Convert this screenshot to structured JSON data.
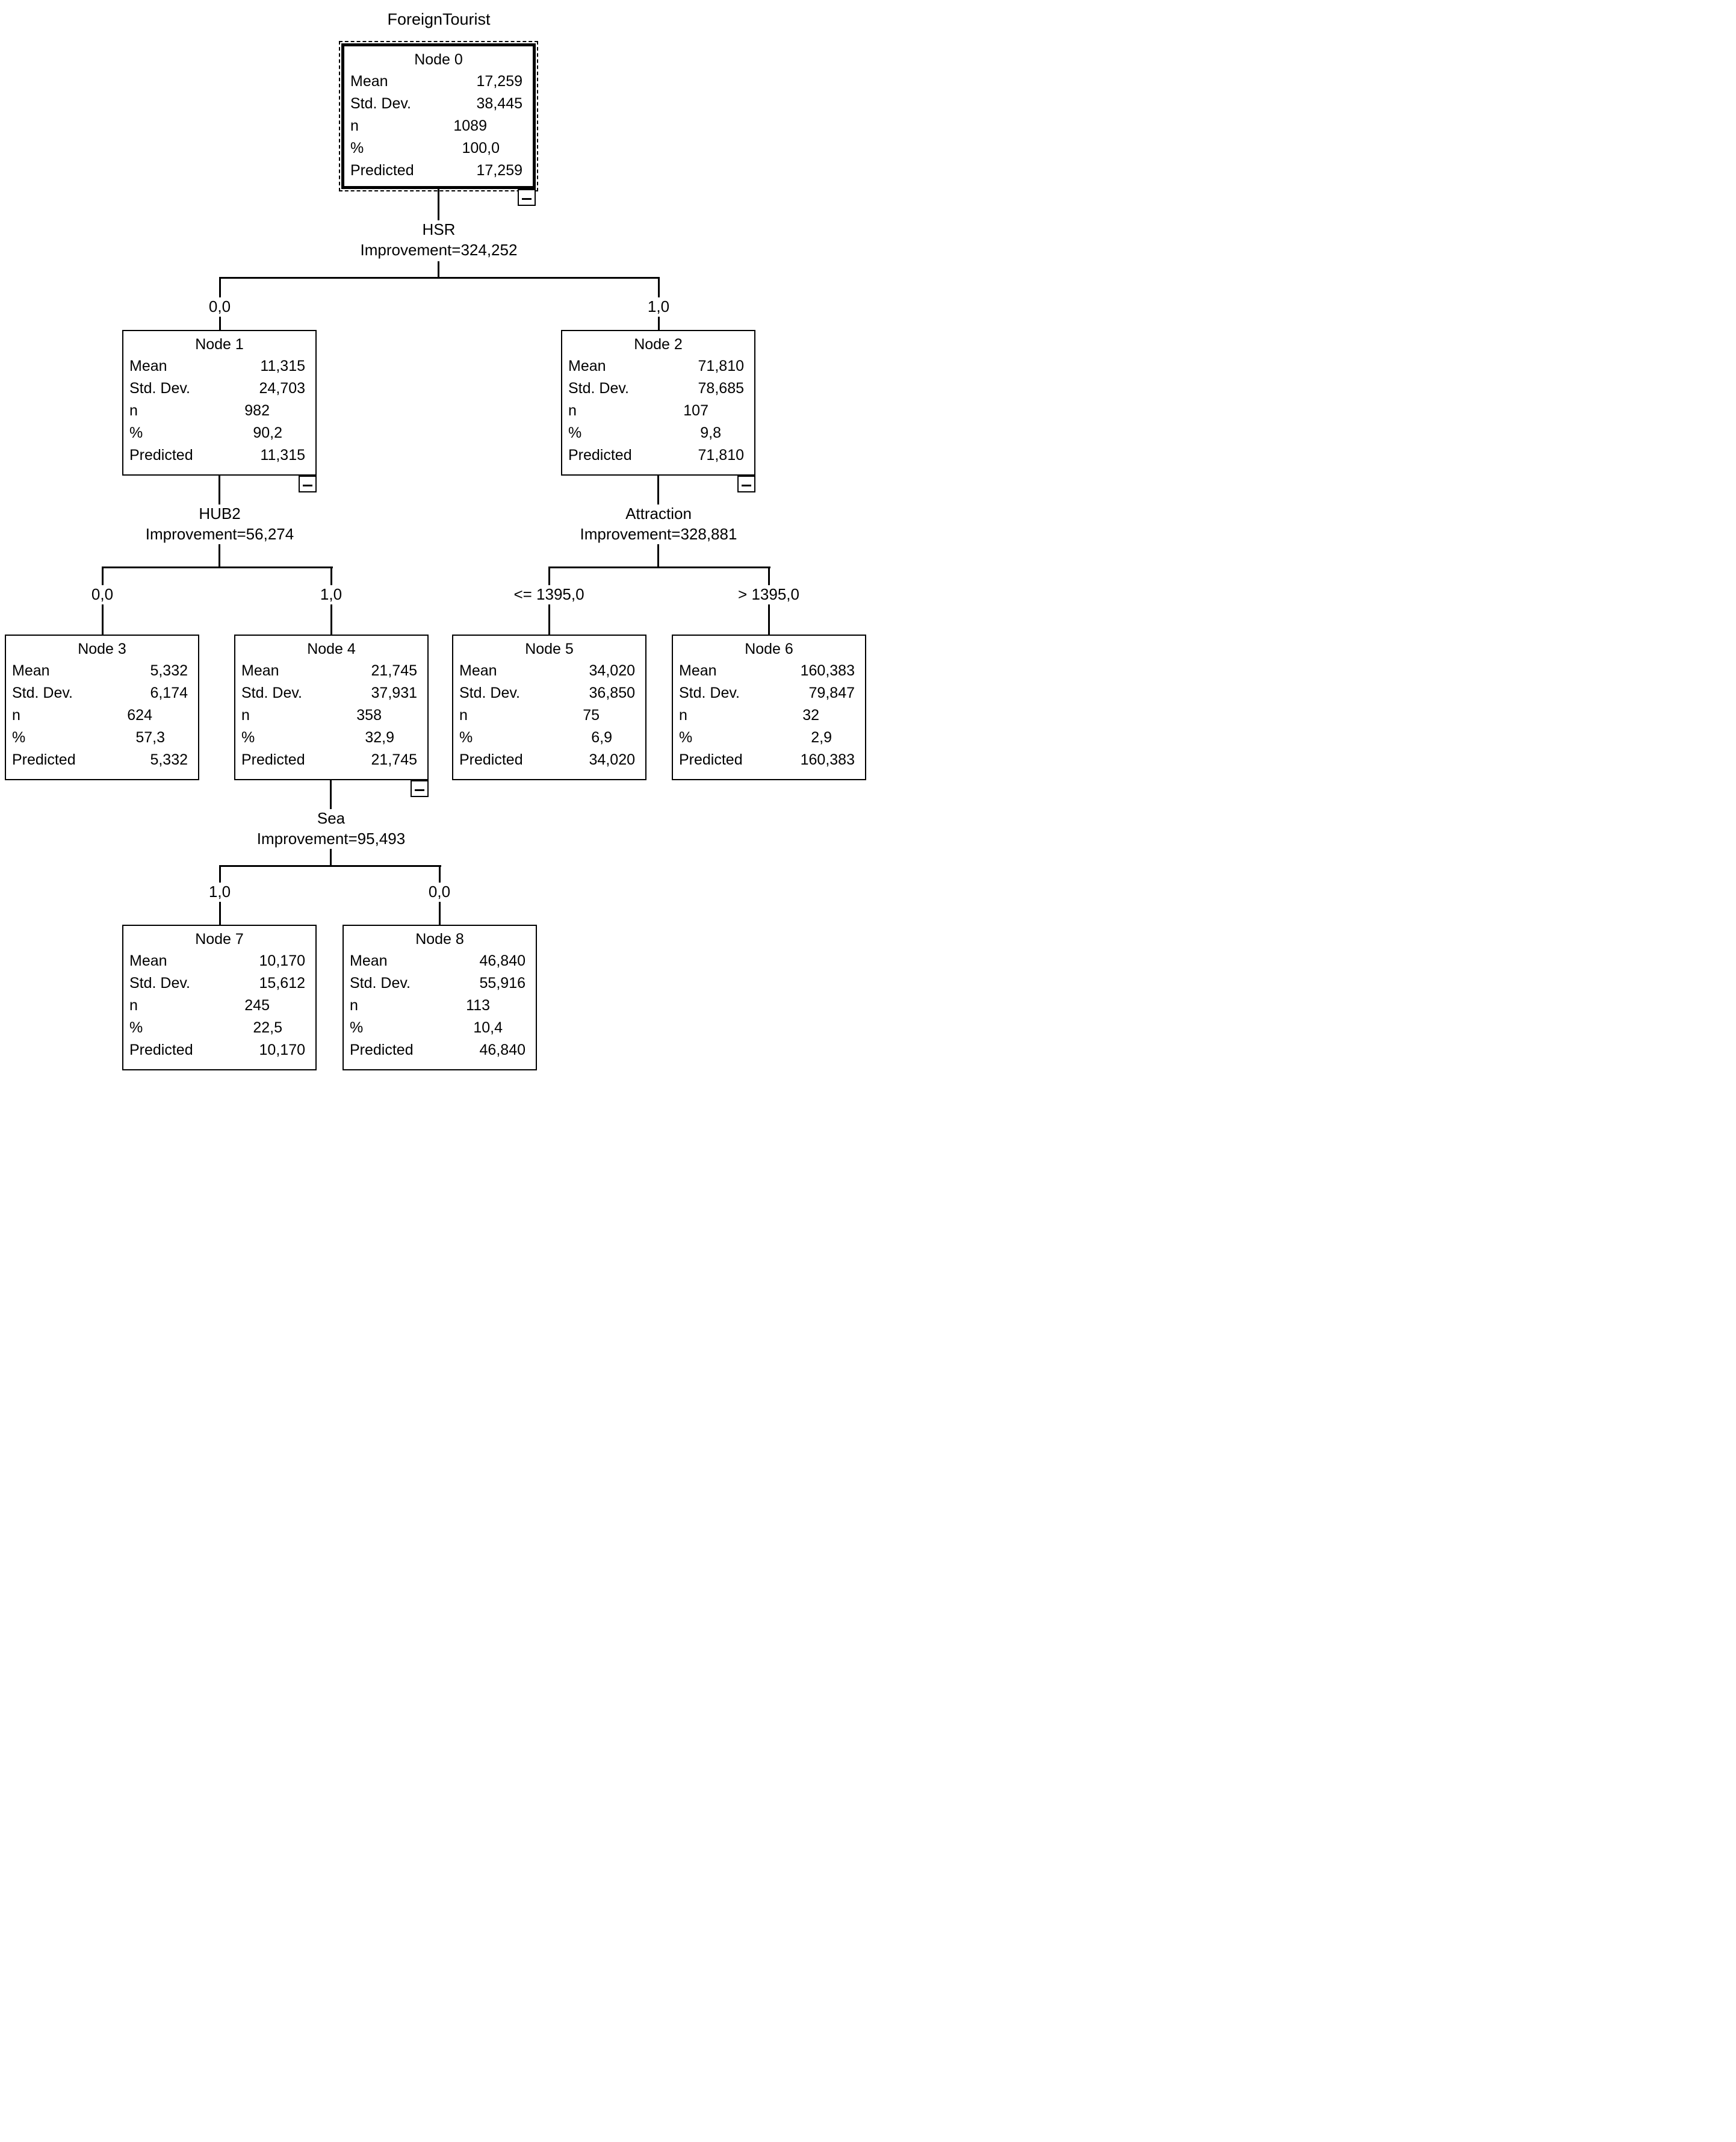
{
  "title": "ForeignTourist",
  "row_labels": {
    "mean": "Mean",
    "std_dev": "Std. Dev.",
    "n": "n",
    "pct": "%",
    "predicted": "Predicted"
  },
  "icons": {
    "collapse": "minus-icon"
  },
  "colors": {
    "line": "#000000",
    "background": "#ffffff",
    "text": "#000000"
  },
  "nodes": {
    "node0": {
      "title": "Node 0",
      "mean": "17,259",
      "std_dev": "38,445",
      "n": "1089",
      "pct": "100,0",
      "predicted": "17,259",
      "selected": true,
      "collapsible": true
    },
    "node1": {
      "title": "Node 1",
      "mean": "11,315",
      "std_dev": "24,703",
      "n": "982",
      "pct": "90,2",
      "predicted": "11,315",
      "selected": false,
      "collapsible": true
    },
    "node2": {
      "title": "Node 2",
      "mean": "71,810",
      "std_dev": "78,685",
      "n": "107",
      "pct": "9,8",
      "predicted": "71,810",
      "selected": false,
      "collapsible": true
    },
    "node3": {
      "title": "Node 3",
      "mean": "5,332",
      "std_dev": "6,174",
      "n": "624",
      "pct": "57,3",
      "predicted": "5,332",
      "selected": false,
      "collapsible": false
    },
    "node4": {
      "title": "Node 4",
      "mean": "21,745",
      "std_dev": "37,931",
      "n": "358",
      "pct": "32,9",
      "predicted": "21,745",
      "selected": false,
      "collapsible": true
    },
    "node5": {
      "title": "Node 5",
      "mean": "34,020",
      "std_dev": "36,850",
      "n": "75",
      "pct": "6,9",
      "predicted": "34,020",
      "selected": false,
      "collapsible": false
    },
    "node6": {
      "title": "Node 6",
      "mean": "160,383",
      "std_dev": "79,847",
      "n": "32",
      "pct": "2,9",
      "predicted": "160,383",
      "selected": false,
      "collapsible": false
    },
    "node7": {
      "title": "Node 7",
      "mean": "10,170",
      "std_dev": "15,612",
      "n": "245",
      "pct": "22,5",
      "predicted": "10,170",
      "selected": false,
      "collapsible": false
    },
    "node8": {
      "title": "Node 8",
      "mean": "46,840",
      "std_dev": "55,916",
      "n": "113",
      "pct": "10,4",
      "predicted": "46,840",
      "selected": false,
      "collapsible": false
    }
  },
  "splits": {
    "hsr": {
      "variable": "HSR",
      "improvement": "Improvement=324,252",
      "left_label": "0,0",
      "right_label": "1,0"
    },
    "hub2": {
      "variable": "HUB2",
      "improvement": "Improvement=56,274",
      "left_label": "0,0",
      "right_label": "1,0"
    },
    "attraction": {
      "variable": "Attraction",
      "improvement": "Improvement=328,881",
      "left_label": "<= 1395,0",
      "right_label": "> 1395,0"
    },
    "sea": {
      "variable": "Sea",
      "improvement": "Improvement=95,493",
      "left_label": "1,0",
      "right_label": "0,0"
    }
  }
}
